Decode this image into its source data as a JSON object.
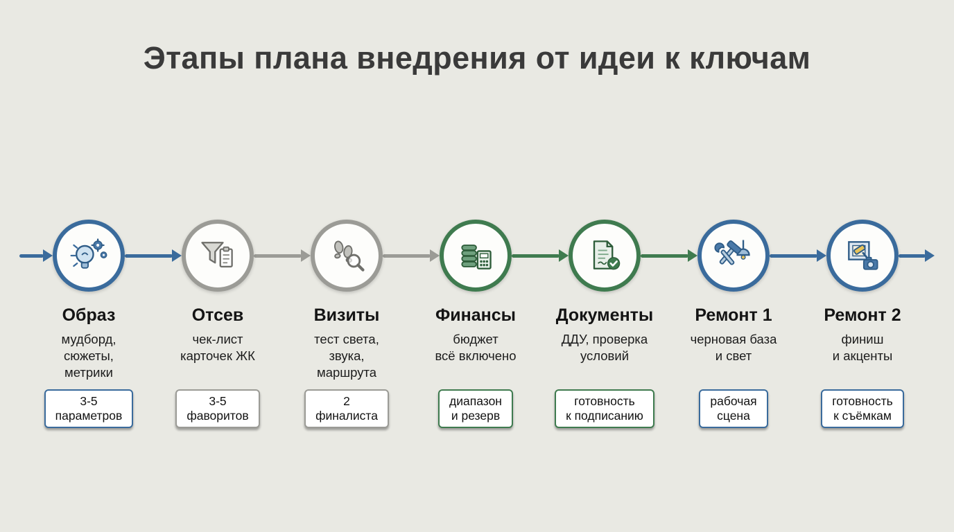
{
  "title": "Этапы плана внедрения от идеи к ключам",
  "palette": {
    "background": "#e9e9e3",
    "blue": "#3a6b9c",
    "gray": "#9b9b96",
    "green": "#3f7b4f",
    "title_color": "#3a3a3a"
  },
  "stages": [
    {
      "name": "Образ",
      "description": "мудборд,\nсюжеты,\nметрики",
      "badge": "3-5\nпараметров",
      "color": "#3a6b9c",
      "icon": "lightbulb-gears-icon"
    },
    {
      "name": "Отсев",
      "description": "чек-лист\nкарточек ЖК",
      "badge": "3-5\nфаворитов",
      "color": "#9b9b96",
      "icon": "funnel-checklist-icon"
    },
    {
      "name": "Визиты",
      "description": "тест света,\nзвука,\nмаршрута",
      "badge": "2\nфиналиста",
      "color": "#9b9b96",
      "icon": "footsteps-magnifier-icon"
    },
    {
      "name": "Финансы",
      "description": "бюджет\nвсё включено",
      "badge": "диапазон\nи резерв",
      "color": "#3f7b4f",
      "icon": "coins-calculator-icon"
    },
    {
      "name": "Документы",
      "description": "ДДУ, проверка\nусловий",
      "badge": "готовность\nк подписанию",
      "color": "#3f7b4f",
      "icon": "document-check-icon"
    },
    {
      "name": "Ремонт 1",
      "description": "черновая база\nи свет",
      "badge": "рабочая\nсцена",
      "color": "#3a6b9c",
      "icon": "tools-lamp-icon"
    },
    {
      "name": "Ремонт 2",
      "description": "финиш\nи акценты",
      "badge": "готовность\nк съёмкам",
      "color": "#3a6b9c",
      "icon": "paintbrush-camera-icon"
    }
  ],
  "arrows": [
    {
      "position": "before-stage-1",
      "color": "#3a6b9c"
    },
    {
      "position": "stage-1-to-2",
      "color": "#3a6b9c"
    },
    {
      "position": "stage-2-to-3",
      "color": "#9b9b96"
    },
    {
      "position": "stage-3-to-4",
      "color": "#9b9b96"
    },
    {
      "position": "stage-4-to-5",
      "color": "#3f7b4f"
    },
    {
      "position": "stage-5-to-6",
      "color": "#3f7b4f"
    },
    {
      "position": "stage-6-to-7",
      "color": "#3a6b9c"
    },
    {
      "position": "after-stage-7",
      "color": "#3a6b9c"
    }
  ]
}
